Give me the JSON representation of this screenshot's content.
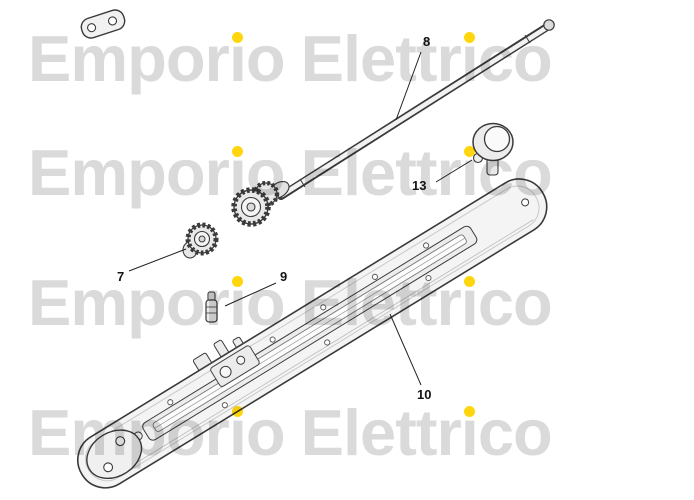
{
  "watermark": {
    "brand": "Emporio Elettrico",
    "w1_pre": "Empor",
    "i_glyph": "ı",
    "w1_post": "o",
    "w2_pre": "Elettr",
    "w2_post": "co",
    "text_color": "#d8d8d8",
    "dot_color": "#ffd400",
    "row_count": 4
  },
  "diagram": {
    "line_color": "#3a3a3a",
    "part_labels": [
      {
        "id": "8"
      },
      {
        "id": "13"
      },
      {
        "id": "7"
      },
      {
        "id": "9"
      },
      {
        "id": "10"
      }
    ]
  }
}
